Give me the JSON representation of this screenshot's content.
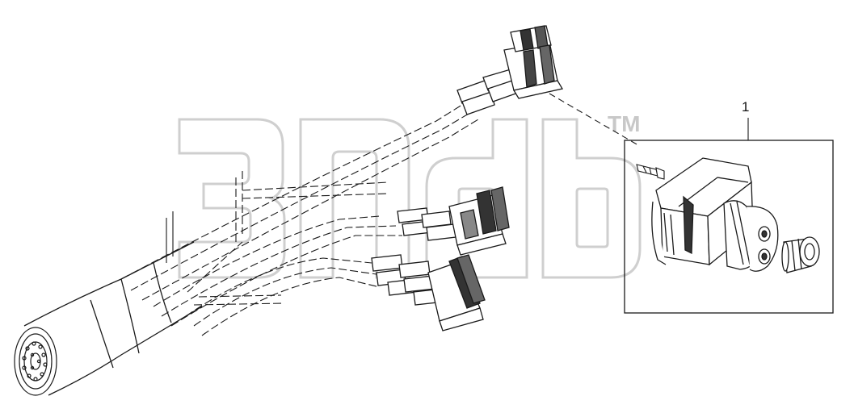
{
  "diagram": {
    "callouts": [
      {
        "id": "1",
        "label": "1"
      }
    ],
    "watermark": {
      "mark": "TM",
      "color": "#d2d2d2"
    },
    "colors": {
      "line": "#1a1a1a",
      "background": "#ffffff"
    }
  }
}
